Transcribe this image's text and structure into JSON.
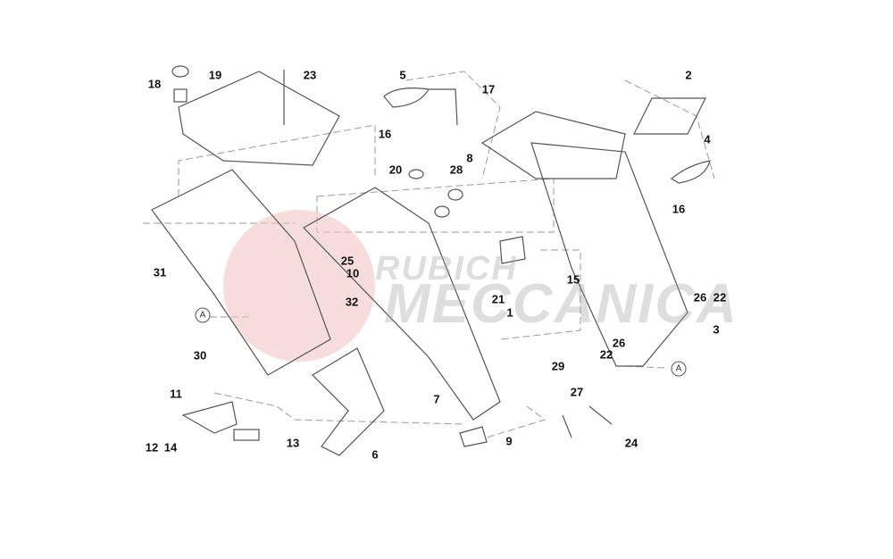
{
  "title": "Rear subframe / tail light parts diagram",
  "watermark": {
    "line1": "RUBICH",
    "line2": "MECCANICA",
    "color": "#e88a8a"
  },
  "part_labels": [
    "19",
    "23",
    "18",
    "5",
    "17",
    "2",
    "4",
    "16",
    "16",
    "20",
    "28",
    "8",
    "31",
    "25",
    "10",
    "15",
    "26",
    "22",
    "21",
    "32",
    "1",
    "3",
    "30",
    "26",
    "22",
    "29",
    "7",
    "27",
    "11",
    "12",
    "14",
    "13",
    "6",
    "9",
    "24"
  ],
  "reference_markers": [
    "A",
    "A"
  ]
}
